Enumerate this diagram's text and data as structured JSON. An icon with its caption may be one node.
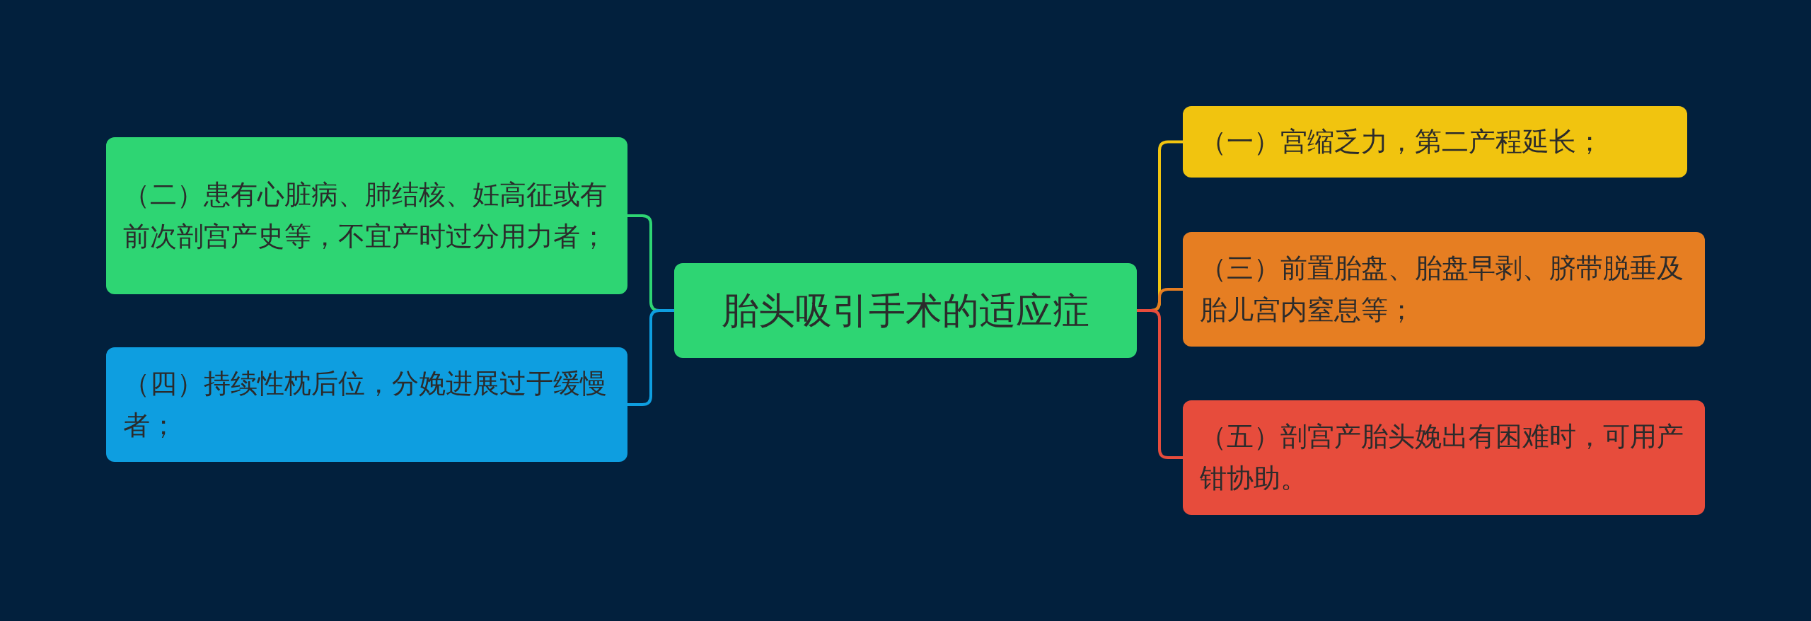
{
  "diagram": {
    "nodes": [
      {
        "text": [
          "胎头吸引手术的适应症"
        ]
      },
      {
        "text": [
          "（二）患有心脏病、肺结核、妊高征或有前次剖宫产史等，不宜产时过分用力者；"
        ]
      },
      {
        "text": [
          "（四）持续性枕后位，分娩进展过于缓慢者；"
        ]
      },
      {
        "text": [
          "（一）宫缩乏力，第二产程延长；"
        ]
      },
      {
        "text": [
          "（三）前置胎盘、胎盘早剥、脐带脱垂及胎儿宫内窒息等；"
        ]
      },
      {
        "text": [
          "（五）剖宫产胎头娩出有困难时，可用产钳协助。"
        ]
      }
    ],
    "edges": [
      {
        "from": 0,
        "to": 1,
        "arrow": "none",
        "color": "#2ed573"
      },
      {
        "from": 0,
        "to": 2,
        "arrow": "none",
        "color": "#0e9ee0"
      },
      {
        "from": 0,
        "to": 3,
        "arrow": "none",
        "color": "#f1c40f"
      },
      {
        "from": 0,
        "to": 4,
        "arrow": "none",
        "color": "#e67e22"
      },
      {
        "from": 0,
        "to": 5,
        "arrow": "none",
        "color": "#e74c3c"
      }
    ]
  }
}
